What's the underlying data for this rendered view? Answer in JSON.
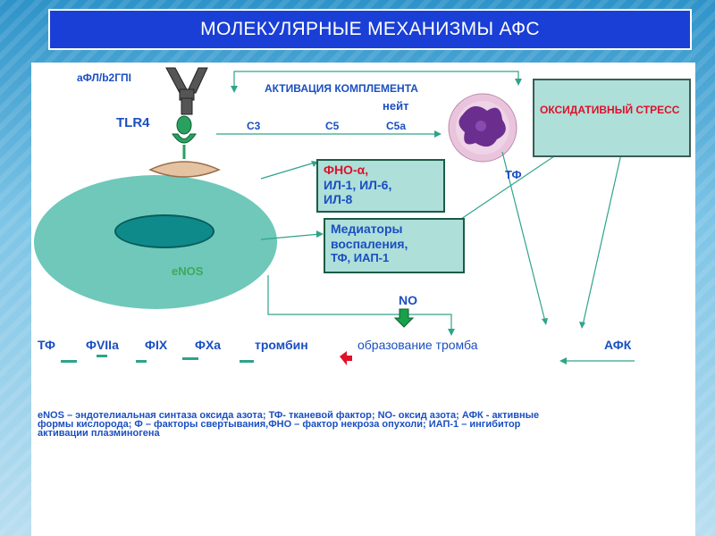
{
  "title": "МОЛЕКУЛЯРНЫЕ МЕХАНИЗМЫ АФС",
  "labels": {
    "afl_b2gpi": "аФЛ/b2ГПI",
    "tlr4": "TLR4",
    "complement_activation": "АКТИВАЦИЯ КОМПЛЕМЕНТА",
    "neutrophil": "нейт",
    "c3": "С3",
    "c5": "С5",
    "c5a": "С5а",
    "enos": "eNOS",
    "tf_right": "ТФ",
    "no": "NO"
  },
  "boxes": {
    "oxidative_stress": "ОКСИДАТИВНЫЙ СТРЕСС",
    "cytokines_line1": "ФНО-α,",
    "cytokines_line2": "ИЛ-1, ИЛ-6,",
    "cytokines_line3": "ИЛ-8",
    "mediators_line1": "Медиаторы",
    "mediators_line2": "воспаления,",
    "mediators_line3": "ТФ, ИАП-1"
  },
  "chain": {
    "tf": "ТФ",
    "fvlla": "ФVIIa",
    "fix": "ФIX",
    "fxa": "ФХа",
    "thrombin": "тромбин",
    "thrombus": "образование тромба",
    "afk": "АФК"
  },
  "legend": {
    "line1": "eNOS – эндотелиальная синтаза оксида азота; ТФ- тканевой фактор; NO- оксид азота; АФК - активные",
    "line2": "формы кислорода;  Ф – факторы свертывания,ФНО – фактор некроза опухоли; ИАП-1 – ингибитор",
    "line3": "активации плазминогена"
  },
  "colors": {
    "title_bg": "#1a3fd6",
    "text_blue": "#1a4fc2",
    "text_red": "#e0102a",
    "text_green": "#3fa85a",
    "box_fill": "#aedfd9",
    "cell_fill": "#6fc8ba",
    "nucleus_fill": "#0e8a8a"
  }
}
